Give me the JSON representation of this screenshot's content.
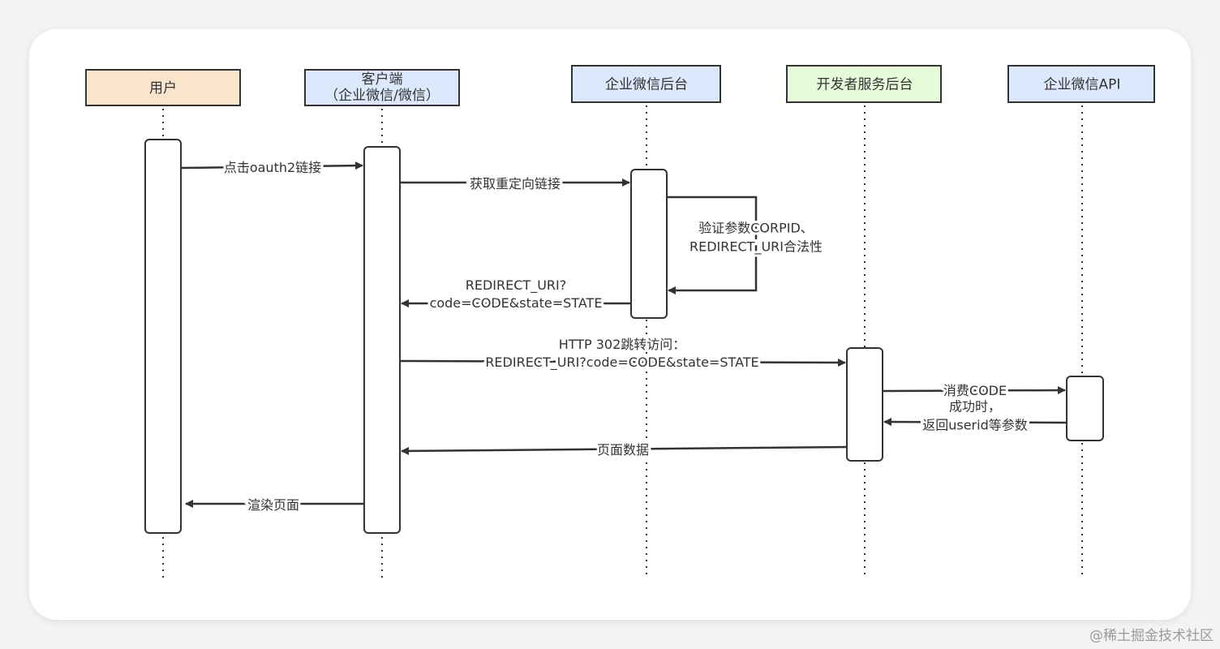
{
  "participants": [
    {
      "id": "user",
      "label": [
        "用户"
      ],
      "fill": "#fbe4cc"
    },
    {
      "id": "client",
      "label": [
        "客户端",
        "（企业微信/微信）"
      ],
      "fill": "#dce8fb"
    },
    {
      "id": "wework_backend",
      "label": [
        "企业微信后台"
      ],
      "fill": "#dce8fb"
    },
    {
      "id": "dev_backend",
      "label": [
        "开发者服务后台"
      ],
      "fill": "#e6fbd9"
    },
    {
      "id": "wework_api",
      "label": [
        "企业微信API"
      ],
      "fill": "#dce8fb"
    }
  ],
  "messages": [
    {
      "id": "click-oauth2-link",
      "from": "user",
      "to": "client",
      "text": [
        "点击oauth2链接"
      ]
    },
    {
      "id": "get-redirect-link",
      "from": "client",
      "to": "wework_backend",
      "text": [
        "获取重定向链接"
      ]
    },
    {
      "id": "validate-params",
      "from": "wework_backend",
      "to": "wework_backend",
      "self": true,
      "text": [
        "验证参数CORPID、",
        "REDIRECT_URI合法性"
      ]
    },
    {
      "id": "redirect-uri-reply",
      "from": "wework_backend",
      "to": "client",
      "text": [
        "REDIRECT_URI?",
        "code=CODE&state=STATE"
      ]
    },
    {
      "id": "http-302",
      "from": "client",
      "to": "dev_backend",
      "text": [
        "HTTP 302跳转访问：",
        "REDIRECT_URI?code=CODE&state=STATE"
      ]
    },
    {
      "id": "consume-code",
      "from": "dev_backend",
      "to": "wework_api",
      "text": [
        "消费CODE"
      ]
    },
    {
      "id": "return-userid",
      "from": "wework_api",
      "to": "dev_backend",
      "text": [
        "成功时，",
        "返回userid等参数"
      ]
    },
    {
      "id": "page-data-msg",
      "from": "dev_backend",
      "to": "client",
      "text": [
        "页面数据"
      ]
    },
    {
      "id": "render-page",
      "from": "client",
      "to": "user",
      "text": [
        "渲染页面"
      ]
    }
  ],
  "watermark": "@稀土掘金技术社区"
}
